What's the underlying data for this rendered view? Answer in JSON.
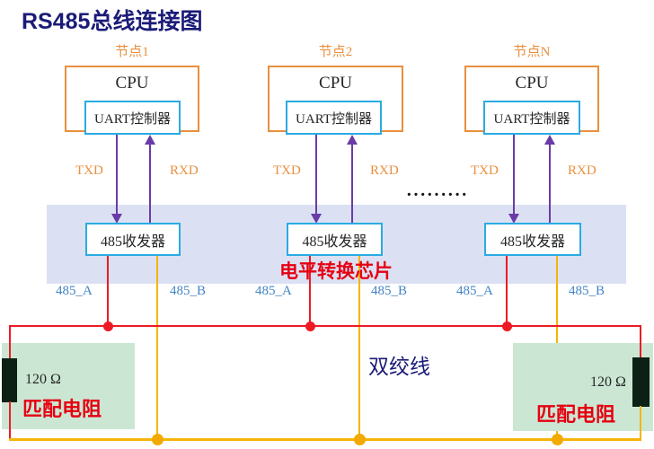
{
  "title": "RS485总线连接图",
  "nodes": [
    {
      "label": "节点1",
      "cpu": "CPU",
      "uart": "UART控制器",
      "txd": "TXD",
      "rxd": "RXD",
      "transceiver": "485收发器",
      "line_a": "485_A",
      "line_b": "485_B"
    },
    {
      "label": "节点2",
      "cpu": "CPU",
      "uart": "UART控制器",
      "txd": "TXD",
      "rxd": "RXD",
      "transceiver": "485收发器",
      "line_a": "485_A",
      "line_b": "485_B"
    },
    {
      "label": "节点N",
      "cpu": "CPU",
      "uart": "UART控制器",
      "txd": "TXD",
      "rxd": "RXD",
      "transceiver": "485收发器",
      "line_a": "485_A",
      "line_b": "485_B"
    }
  ],
  "continuation_dots": "·········",
  "level_shifter_label": "电平转换芯片",
  "twisted_pair_label": "双绞线",
  "terminators": {
    "left": {
      "value": "120 Ω",
      "label": "匹配电阻"
    },
    "right": {
      "value": "120 Ω",
      "label": "匹配电阻"
    }
  },
  "colors": {
    "title_navy": "#1b1b78",
    "node_orange": "#e98f3e",
    "box_cyan": "#2aabe2",
    "arrow_purple": "#6a3ba8",
    "band_lavender": "#dbe1f3",
    "bus_a_red": "#ec1b24",
    "bus_b_yellow": "#f6b40a",
    "label_blue": "#4484c4",
    "terminator_green": "#cbe7d4",
    "resistor_black": "#0c2015",
    "red_text": "#e60012"
  }
}
